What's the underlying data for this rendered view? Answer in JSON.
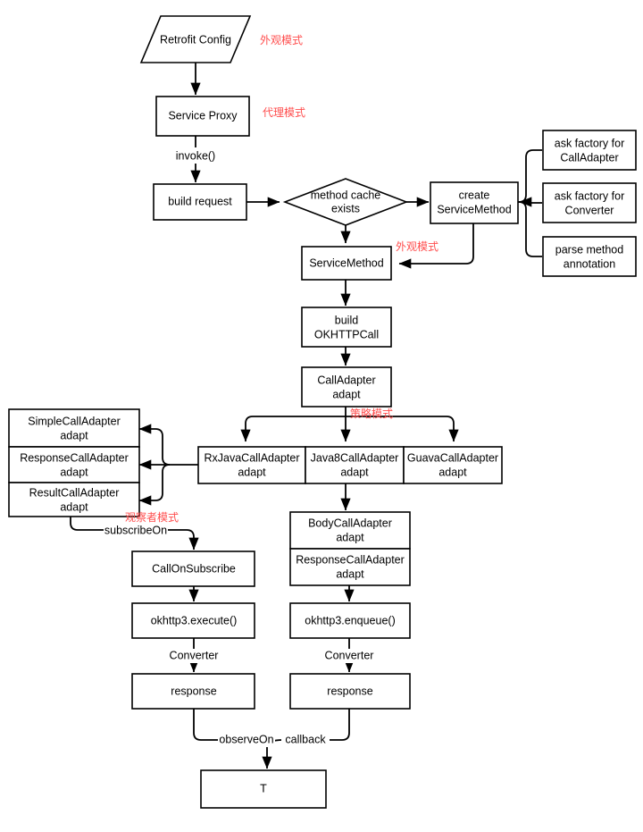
{
  "diagram": {
    "title": "Retrofit request flow",
    "colors": {
      "stroke": "#000000",
      "node_fill": "#ffffff",
      "annotation": "#ff4d4d",
      "background": "#ffffff"
    },
    "nodes": {
      "retrofit_config": "Retrofit Config",
      "service_proxy": "Service Proxy",
      "build_request": "build request",
      "method_cache_exists": "method cache exists",
      "create_service_method": "create ServiceMethod",
      "ask_factory_calladapter": "ask factory for CallAdapter",
      "ask_factory_converter": "ask factory for Converter",
      "parse_method_annotation": "parse method annotation",
      "service_method": "ServiceMethod",
      "build_okhttpcall": "build OKHTTPCall",
      "calladapter_adapt": "CallAdapter adapt",
      "simple_calladapter": "SimpleCallAdapter adapt",
      "response_calladapter_left": "ResponseCallAdapter adapt",
      "result_calladapter": "ResultCallAdapter adapt",
      "rxjava_calladapter": "RxJavaCallAdapter adapt",
      "java8_calladapter": "Java8CallAdapter adapt",
      "guava_calladapter": "GuavaCallAdapter adapt",
      "body_calladapter": "BodyCallAdapter adapt",
      "response_calladapter_right": "ResponseCallAdapter adapt",
      "call_on_subscribe": "CallOnSubscribe",
      "okhttp_execute": "okhttp3.execute()",
      "okhttp_enqueue": "okhttp3.enqueue()",
      "response_left": "response",
      "response_right": "response",
      "result_t": "T"
    },
    "node_lines": {
      "retrofit_config": [
        "Retrofit Config"
      ],
      "service_proxy": [
        "Service Proxy"
      ],
      "build_request": [
        "build request"
      ],
      "method_cache_exists": [
        "method cache",
        "exists"
      ],
      "create_service_method": [
        "create",
        "ServiceMethod"
      ],
      "ask_factory_calladapter": [
        "ask factory for",
        "CallAdapter"
      ],
      "ask_factory_converter": [
        "ask factory for",
        "Converter"
      ],
      "parse_method_annotation": [
        "parse method",
        "annotation"
      ],
      "service_method": [
        "ServiceMethod"
      ],
      "build_okhttpcall": [
        "build",
        "OKHTTPCall"
      ],
      "calladapter_adapt": [
        "CallAdapter",
        "adapt"
      ],
      "simple_calladapter": [
        "SimpleCallAdapter",
        "adapt"
      ],
      "response_calladapter_left": [
        "ResponseCallAdapter",
        "adapt"
      ],
      "result_calladapter": [
        "ResultCallAdapter",
        "adapt"
      ],
      "rxjava_calladapter": [
        "RxJavaCallAdapter",
        "adapt"
      ],
      "java8_calladapter": [
        "Java8CallAdapter",
        "adapt"
      ],
      "guava_calladapter": [
        "GuavaCallAdapter",
        "adapt"
      ],
      "body_calladapter": [
        "BodyCallAdapter",
        "adapt"
      ],
      "response_calladapter_right": [
        "ResponseCallAdapter",
        "adapt"
      ],
      "call_on_subscribe": [
        "CallOnSubscribe"
      ],
      "okhttp_execute": [
        "okhttp3.execute()"
      ],
      "okhttp_enqueue": [
        "okhttp3.enqueue()"
      ],
      "response_left": [
        "response"
      ],
      "response_right": [
        "response"
      ],
      "result_t": [
        "T"
      ]
    },
    "edge_labels": {
      "invoke": "invoke()",
      "subscribe_on": "subscribeOn",
      "converter_left": "Converter",
      "converter_right": "Converter",
      "observe_on": "observeOn",
      "callback": "callback"
    },
    "pattern_annotations": {
      "facade_top": "外观模式",
      "proxy": "代理模式",
      "facade_service_method": "外观模式",
      "strategy": "策略模式",
      "observer": "观察者模式"
    }
  }
}
